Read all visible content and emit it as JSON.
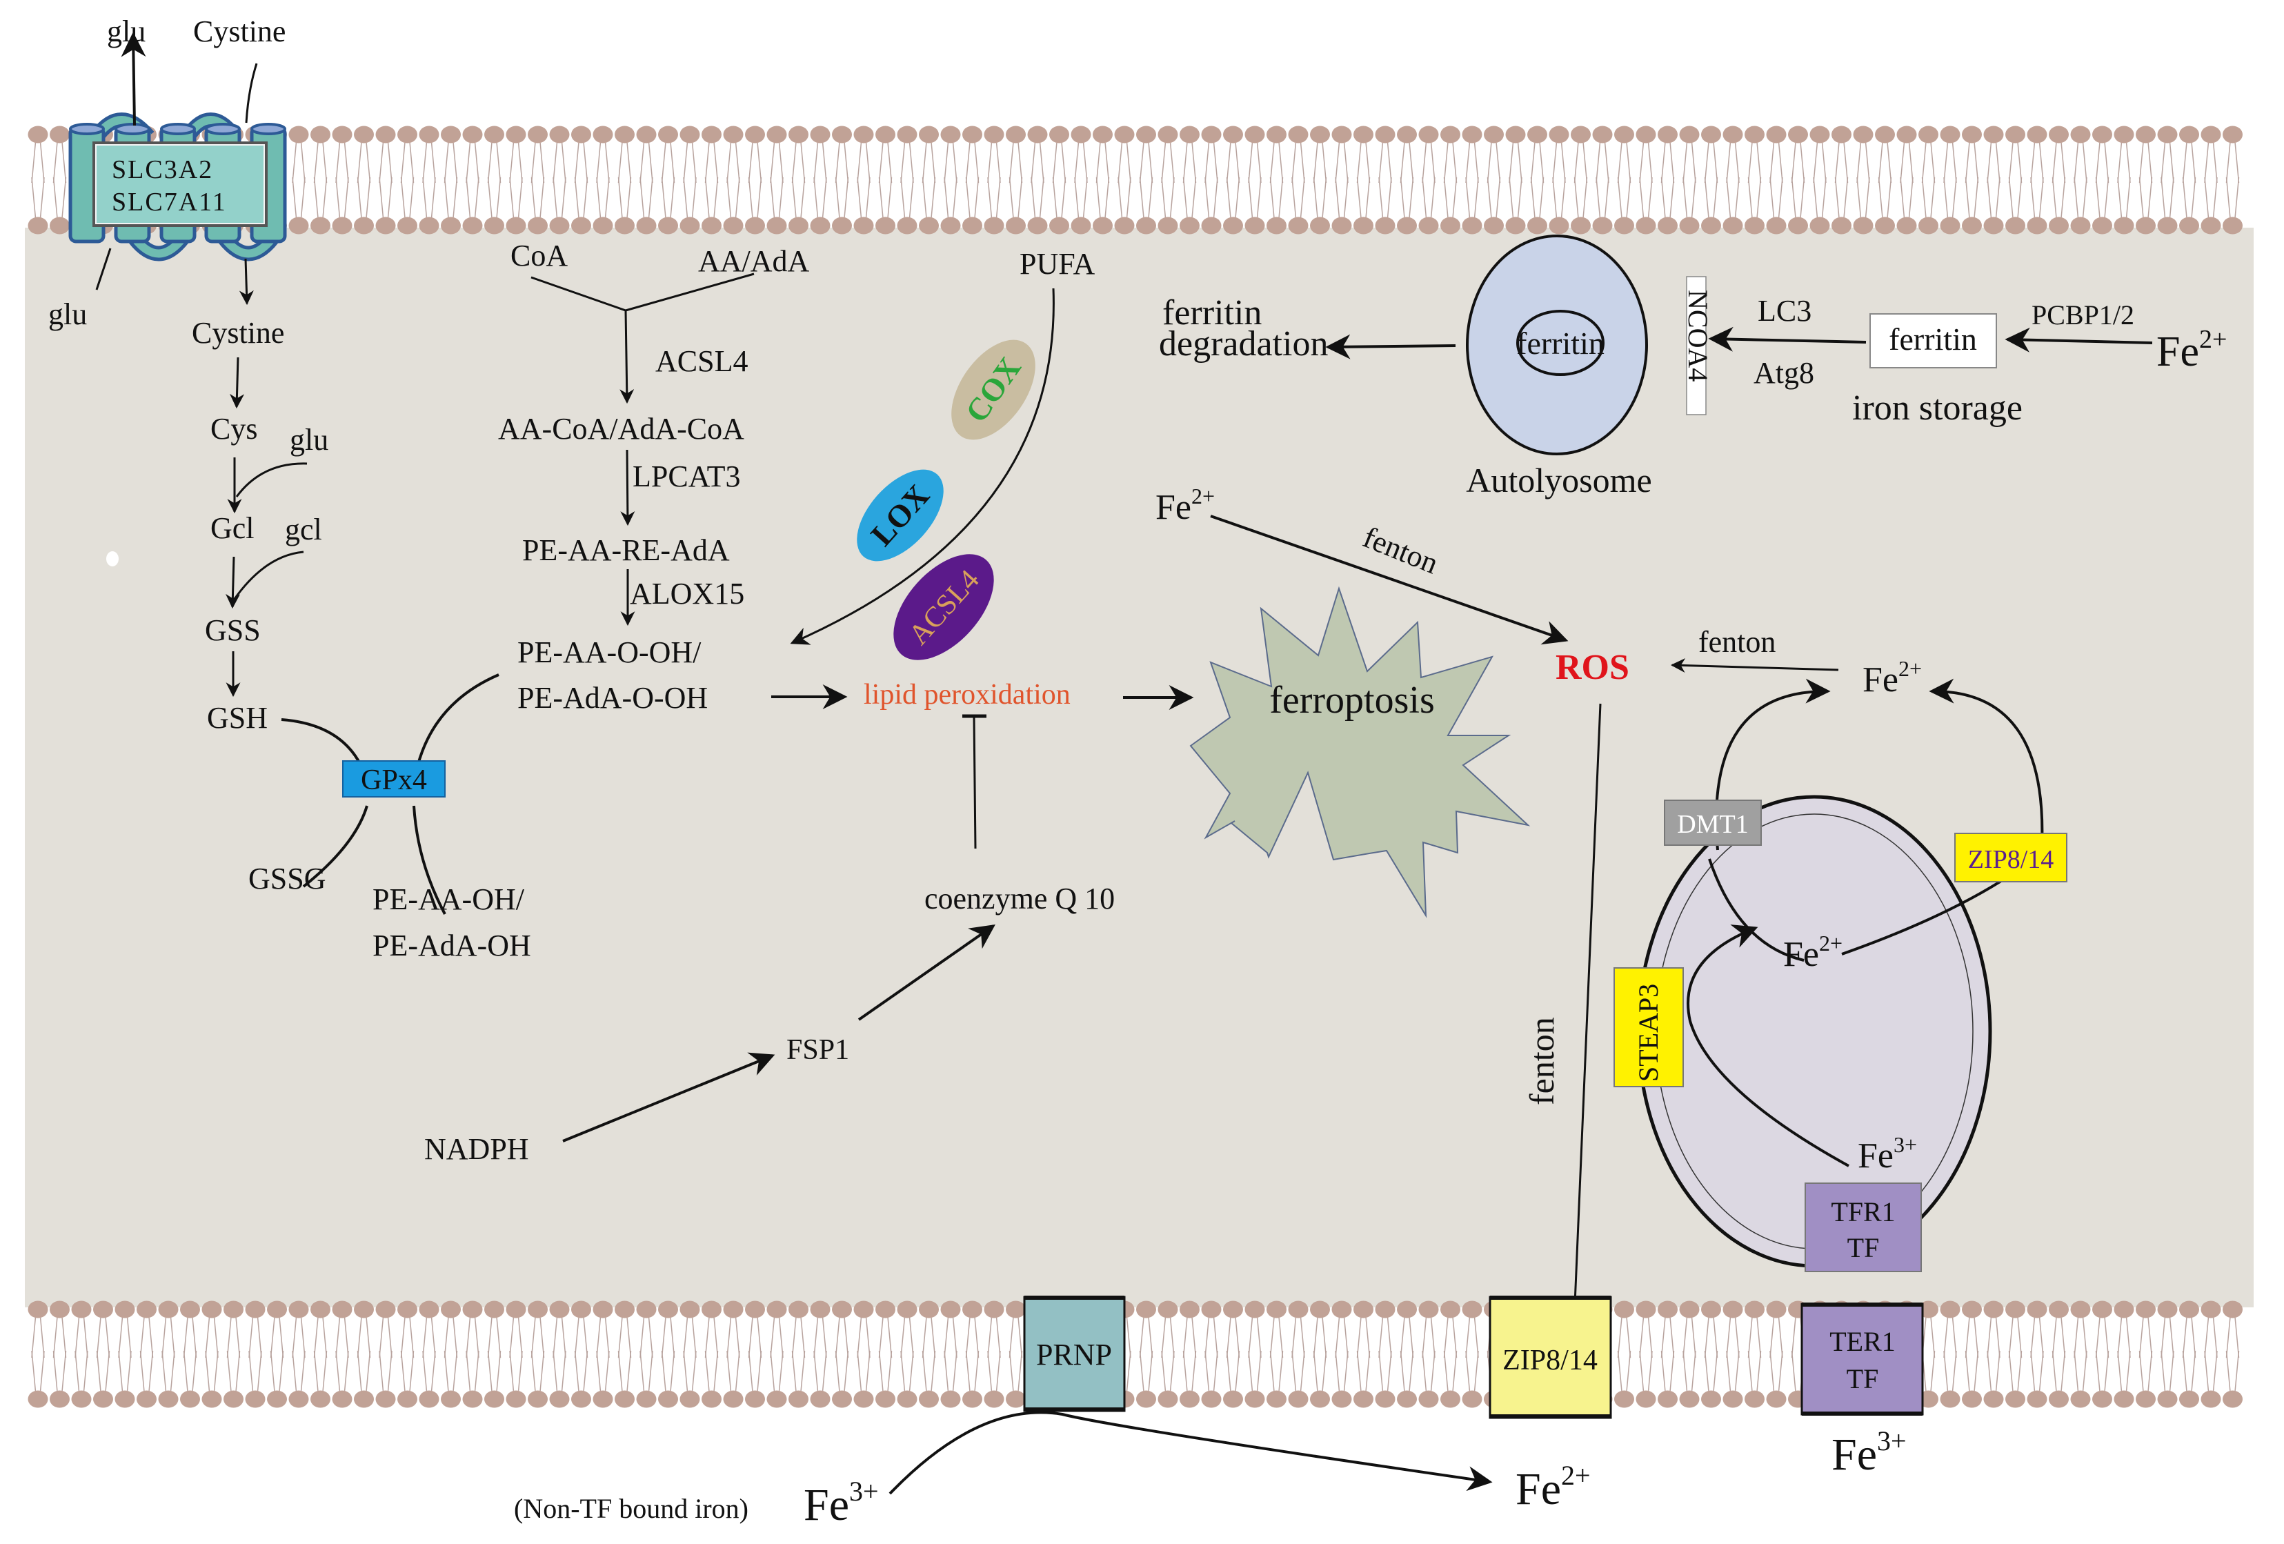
{
  "colors": {
    "cytoplasm": "#e3e0d9",
    "lipid_head": "#c1a296",
    "transporter": "#6fbcb1",
    "transporter_border": "#2d5a96",
    "transporter_label_bg": "#93d1ca",
    "cox": "#c9bda1",
    "cox_text": "#2aa63a",
    "lox": "#2aa5de",
    "acsl4_ellipse": "#5b1a8a",
    "acsl4_text": "#d9a15a",
    "gpx4": "#1a9be0",
    "lipid_peroxidation_text": "#e0542c",
    "ros_text": "#e0141b",
    "ferroptosis_fill": "#bfc8b1",
    "autolysosome": "#c9d3e8",
    "endosome": "#dcd8e2",
    "dmt1": "#a0a0a0",
    "zip_inner": "#fff200",
    "zip_inner_text": "#5a1f8f",
    "steap3": "#fff200",
    "tfr1": "#a08fc4",
    "prnp": "#93c0c4",
    "zip_membrane": "#f7f38e"
  },
  "transporter": {
    "line1": "SLC3A2",
    "line2": "SLC7A11",
    "out_glu": "glu",
    "out_cystine": "Cystine",
    "in_glu": "glu"
  },
  "gsh_pathway": {
    "cystine": "Cystine",
    "cys": "Cys",
    "glu": "glu",
    "gcl": "Gcl",
    "gcl_lower": "gcl",
    "gss": "GSS",
    "gsh": "GSH",
    "gpx4": "GPx4",
    "gssg": "GSSG",
    "pe_aa_oh_1": "PE-AA-OH/",
    "pe_aa_oh_2": "PE-AdA-OH"
  },
  "lipid_pathway": {
    "coa": "CoA",
    "aa_ada": "AA/AdA",
    "acsl4": "ACSL4",
    "aa_coa": "AA-CoA/AdA-CoA",
    "lpcat3": "LPCAT3",
    "pe_aa_re_ada": "PE-AA-RE-AdA",
    "alox15": "ALOX15",
    "pe_aa_ooh_1": "PE-AA-O-OH/",
    "pe_aa_ooh_2": "PE-AdA-O-OH",
    "lipid_peroxidation": "lipid peroxidation",
    "pufa": "PUFA",
    "cox": "COX",
    "lox": "LOX",
    "acsl4_enzyme": "ACSL4",
    "ferroptosis": "ferroptosis"
  },
  "fsp1_pathway": {
    "coenzyme_q10": "coenzyme Q 10",
    "fsp1": "FSP1",
    "nadph": "NADPH"
  },
  "ferritinophagy": {
    "ferritin_degradation_1": "ferritin",
    "ferritin_degradation_2": "degradation",
    "ferritin_inner": "ferritin",
    "ncoa4": "NCOA4",
    "lc3": "LC3",
    "atg8": "Atg8",
    "ferritin_box": "ferritin",
    "pcbp": "PCBP1/2",
    "fe": "Fe",
    "fe_charge": "2+",
    "iron_storage": "iron storage",
    "autolysosome": "Autolyosome"
  },
  "ros": {
    "fe_top": "Fe",
    "fe_top_charge": "2+",
    "fenton_top": "fenton",
    "ros": "ROS",
    "fenton_right": "fenton",
    "fe_right": "Fe",
    "fe_right_charge": "2+",
    "fenton_vertical": "fenton"
  },
  "endosome": {
    "dmt1": "DMT1",
    "zip": "ZIP8/14",
    "fe_inner": "Fe",
    "fe_inner_charge": "2+",
    "steap3": "STEAP3",
    "fe3": "Fe",
    "fe3_charge": "3+",
    "tfr1_line1": "TFR1",
    "tfr1_line2": "TF"
  },
  "membrane_proteins": {
    "prnp": "PRNP",
    "zip": "ZIP8/14",
    "ter1_line1": "TER1",
    "ter1_line2": "TF"
  },
  "extracellular": {
    "non_tf_label": "(Non-TF bound iron)",
    "fe3_left": "Fe",
    "fe3_left_charge": "3+",
    "fe2": "Fe",
    "fe2_charge": "2+",
    "fe3_right": "Fe",
    "fe3_right_charge": "3+"
  }
}
